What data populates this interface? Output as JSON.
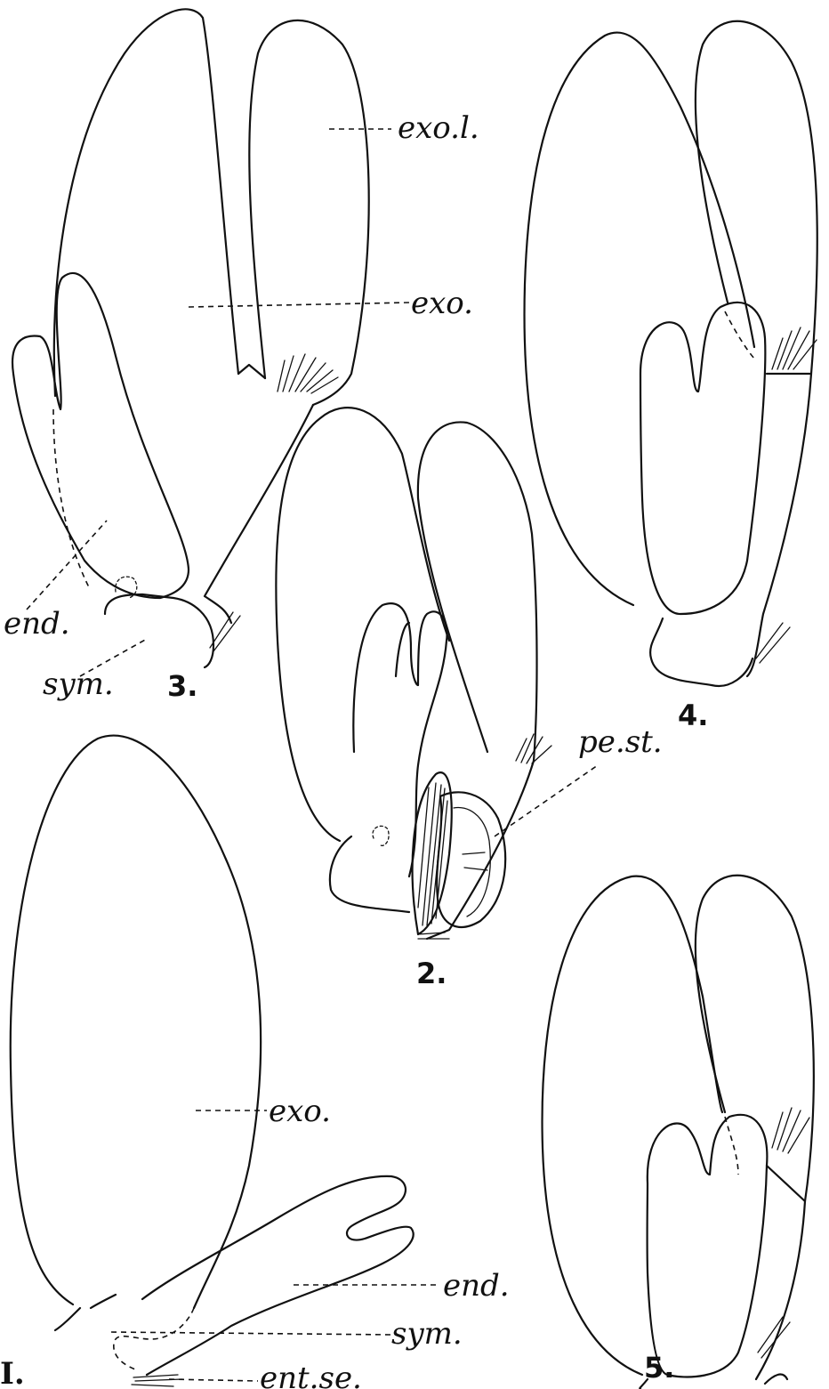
{
  "figures": {
    "fig1": "I.",
    "fig2": "2.",
    "fig3": "3.",
    "fig4": "4.",
    "fig5": "5."
  },
  "labels": {
    "exo_l": "exo.l.",
    "exo_fig3": "exo.",
    "end_fig3": "end.",
    "sym_fig3": "sym.",
    "pe_st": "pe.st.",
    "exo_fig1": "exo.",
    "end_fig1": "end.",
    "sym_fig1": "sym.",
    "ent_se": "ent.se."
  }
}
